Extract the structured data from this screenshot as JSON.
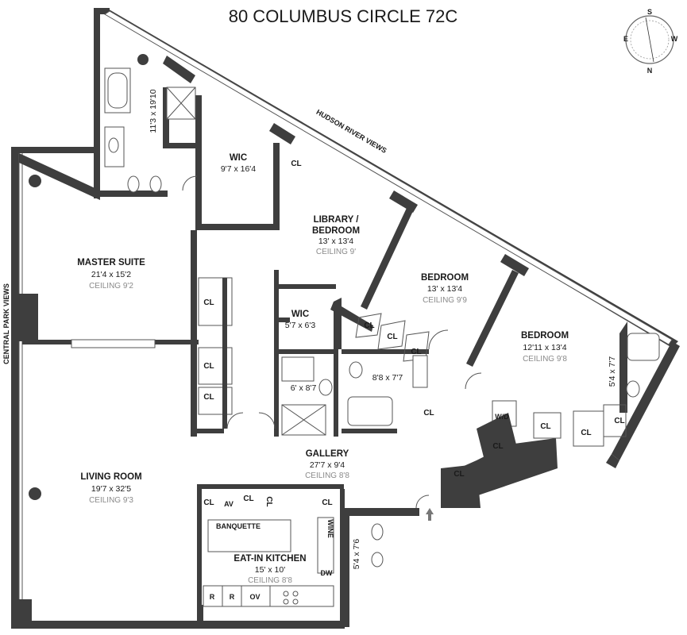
{
  "title": "80 COLUMBUS CIRCLE 72C",
  "compass": {
    "n": "N",
    "s": "S",
    "e": "E",
    "w": "W"
  },
  "views": {
    "hudson": "HUDSON RIVER VIEWS",
    "central_park": "CENTRAL PARK VIEWS"
  },
  "rooms": {
    "master_bath": {
      "dims": "11'3 x 19'10"
    },
    "wic_master": {
      "name": "WIC",
      "dims": "9'7 x 16'4"
    },
    "library": {
      "name1": "LIBRARY /",
      "name2": "BEDROOM",
      "dims": "13' x 13'4",
      "ceiling": "CEILING 9'"
    },
    "master_suite": {
      "name": "MASTER SUITE",
      "dims": "21'4 x 15'2",
      "ceiling": "CEILING 9'2"
    },
    "bedroom2": {
      "name": "BEDROOM",
      "dims": "13' x 13'4",
      "ceiling": "CEILING 9'9"
    },
    "bedroom3": {
      "name": "BEDROOM",
      "dims": "12'11 x 13'4",
      "ceiling": "CEILING 9'8"
    },
    "wic_small": {
      "name": "WIC",
      "dims": "5'7 x 6'3"
    },
    "bath_mid": {
      "dims": "6' x 8'7"
    },
    "bath_b2": {
      "dims": "8'8 x 7'7"
    },
    "bath_b3": {
      "dims": "5'4 x 7'7"
    },
    "gallery": {
      "name": "GALLERY",
      "dims": "27'7 x 9'4",
      "ceiling": "CEILING 8'8"
    },
    "living": {
      "name": "LIVING ROOM",
      "dims": "19'7 x 32'5",
      "ceiling": "CEILING 9'3"
    },
    "kitchen": {
      "name": "EAT-IN KITCHEN",
      "dims": "15' x 10'",
      "ceiling": "CEILING 8'8"
    },
    "powder": {
      "dims": "5'4 x 7'6"
    }
  },
  "fixtures": {
    "cl": "CL",
    "av": "AV",
    "wd": "W/D",
    "banquette": "BANQUETTE",
    "wine": "WINE",
    "dw": "DW",
    "r": "R",
    "ov": "OV"
  }
}
